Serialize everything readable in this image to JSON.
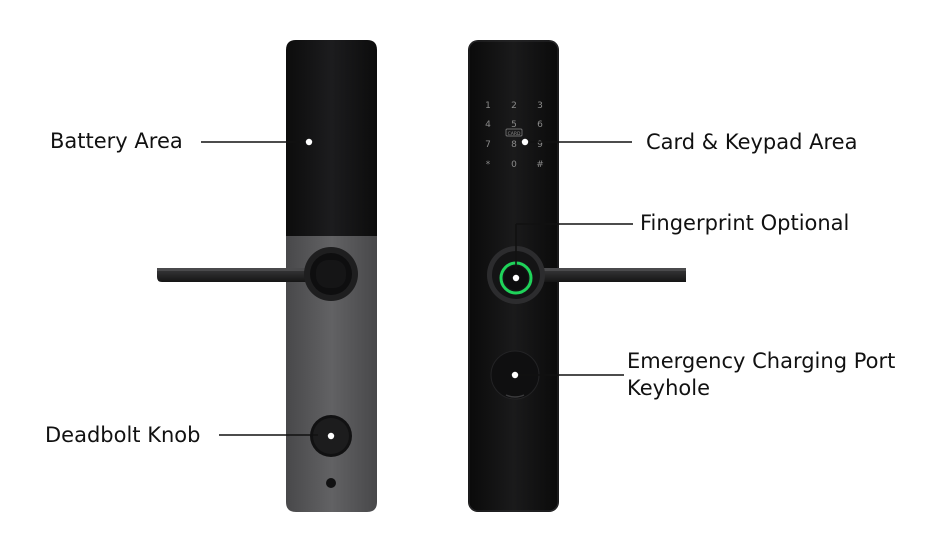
{
  "callouts": {
    "battery_area": "Battery Area",
    "deadbolt_knob": "Deadbolt Knob",
    "card_keypad_area": "Card & Keypad Area",
    "fingerprint_optional": "Fingerprint Optional",
    "emergency_line1": "Emergency Charging Port",
    "emergency_line2": "Keyhole"
  },
  "keypad": {
    "keys": [
      "1",
      "2",
      "3",
      "4",
      "5",
      "6",
      "7",
      "8",
      "9",
      "*",
      "0",
      "#"
    ],
    "card_mark": "CARD"
  },
  "colors": {
    "panel_black": "#141414",
    "panel_grey": "#5a5a5c",
    "fingerprint_ring": "#1fd35a",
    "line": "#111111"
  }
}
